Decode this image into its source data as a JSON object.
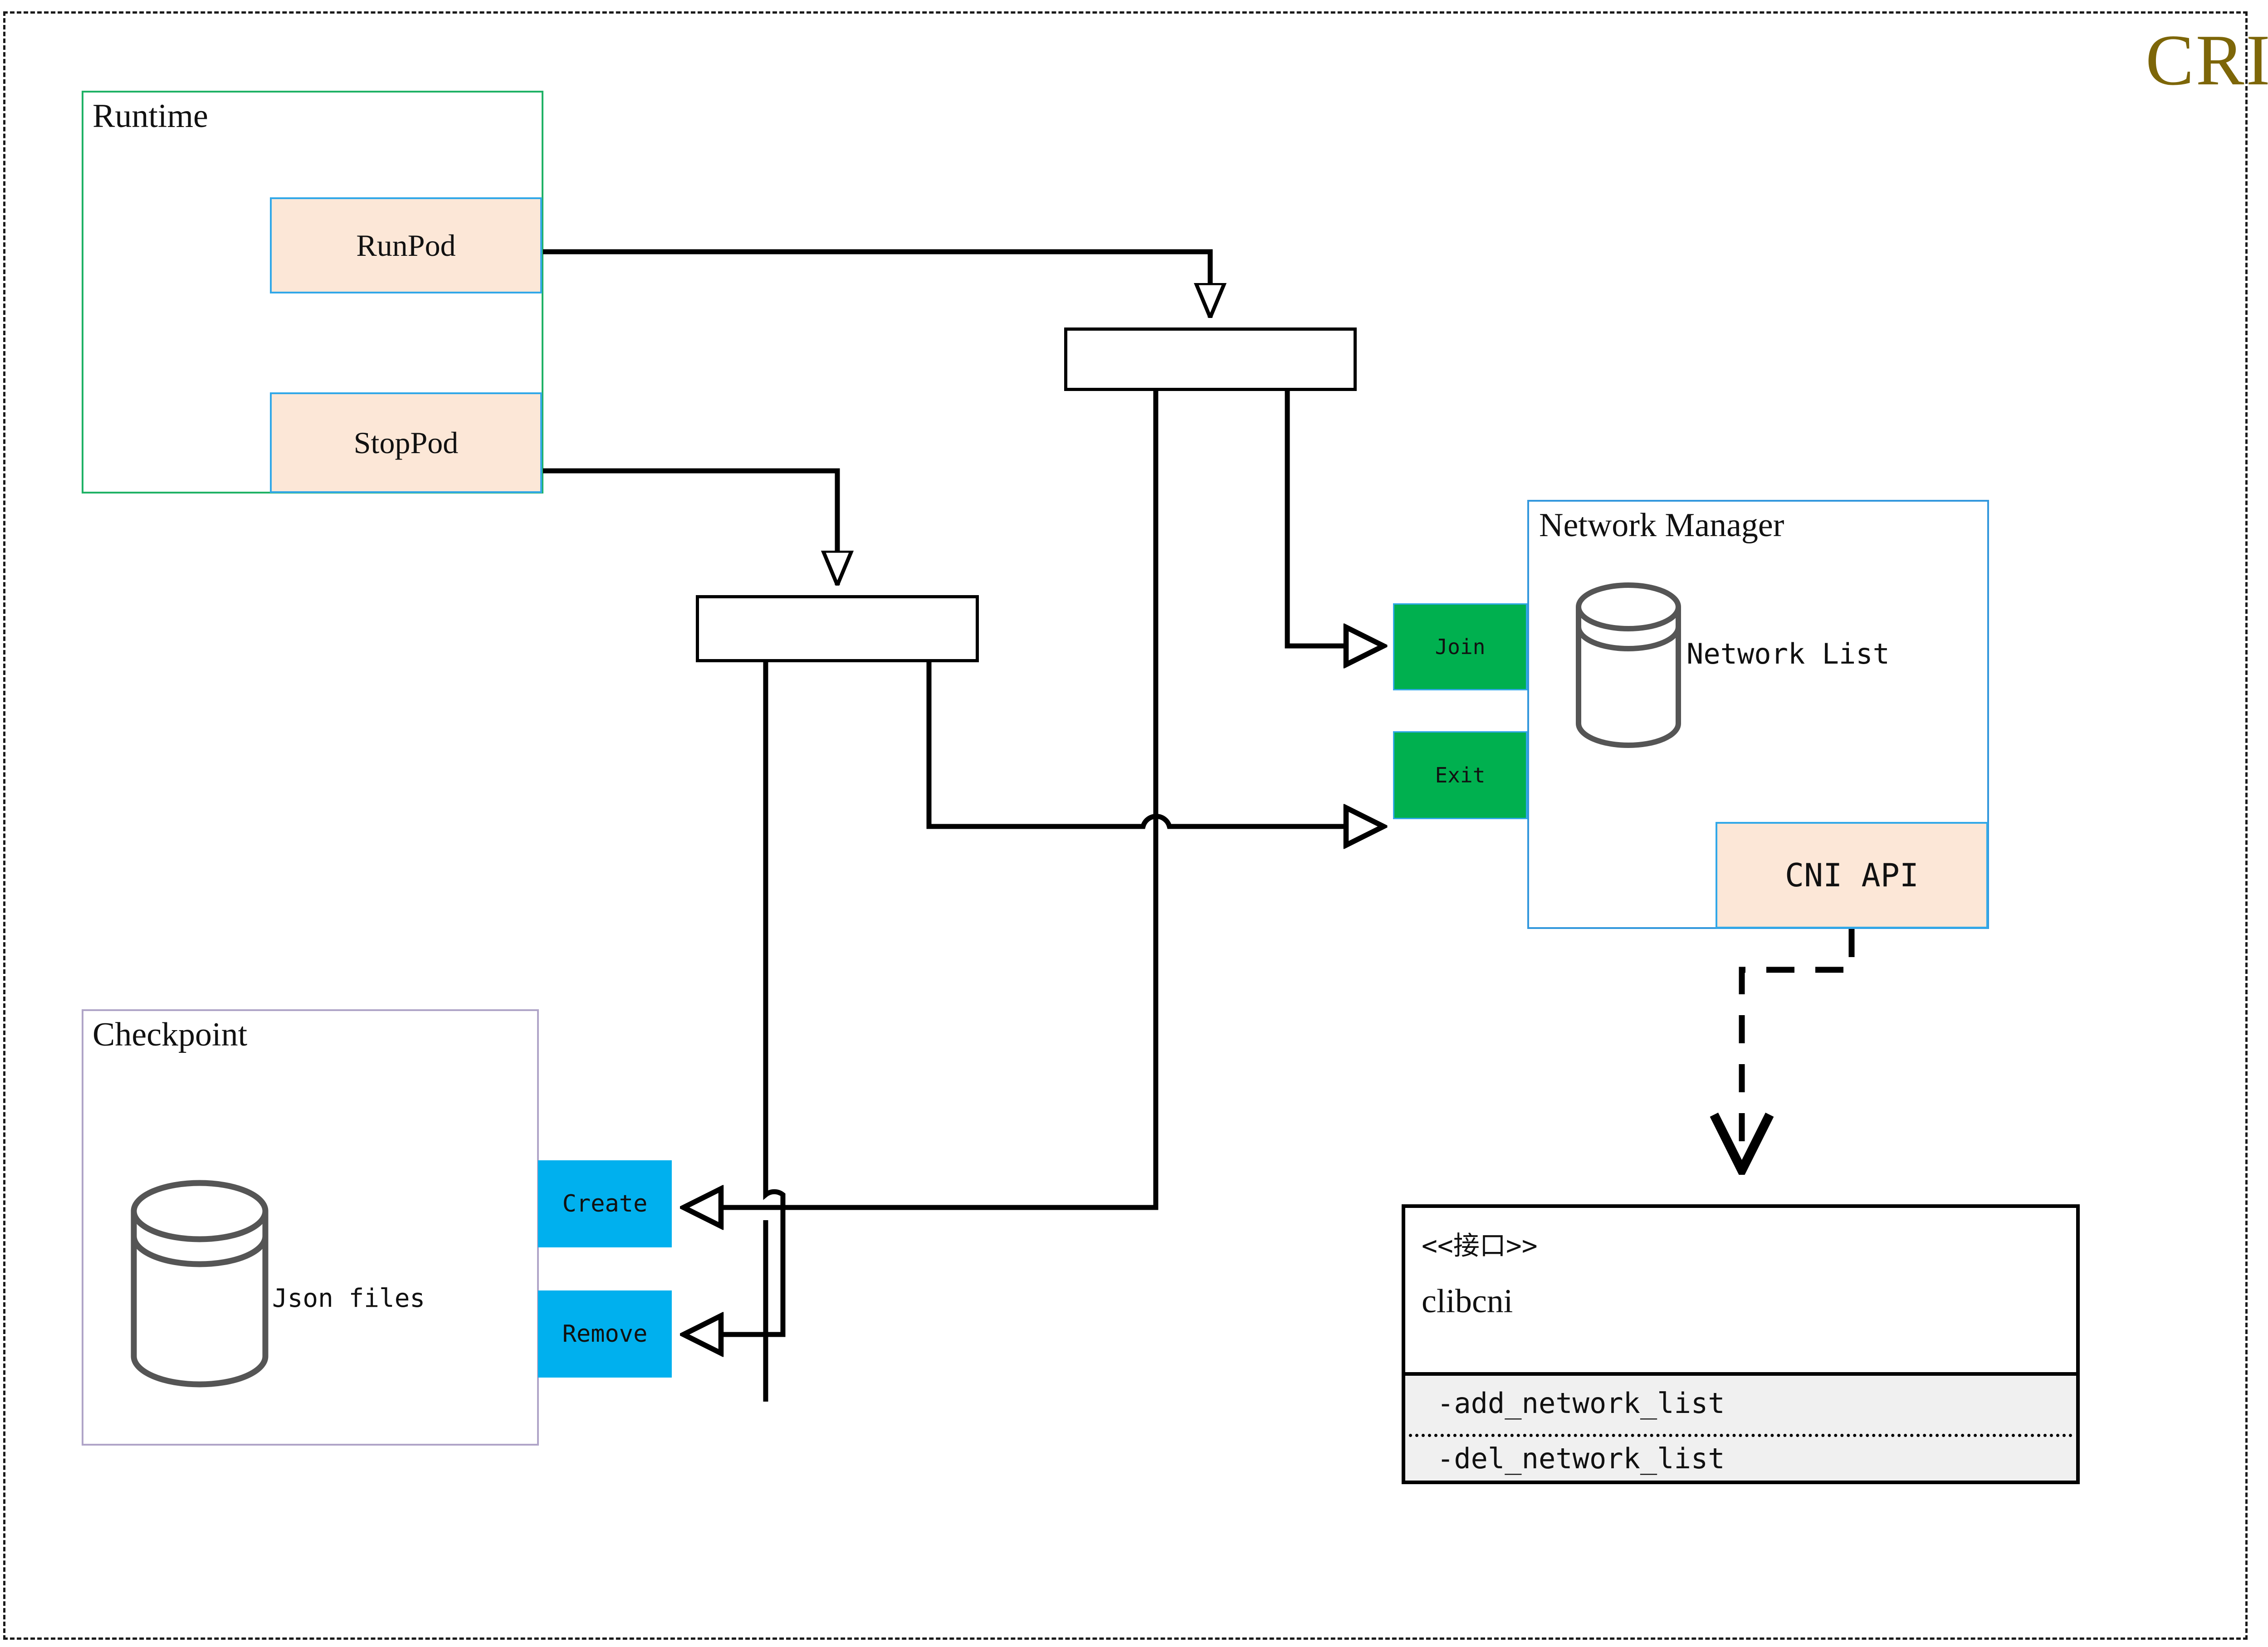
{
  "title": "CRI",
  "title_color": "#7d6608",
  "colors": {
    "runtime_border": "#20b266",
    "checkpoint_border": "#b0a5c8",
    "netmgr_border": "#3398dd",
    "peach_fill": "#fce7d7",
    "peach_border": "#32a8e8",
    "green_fill": "#00b04f",
    "cyan_fill": "#00b0ee",
    "interface_border": "#000000",
    "interface_ops_fill": "#f0f0f0",
    "frame_border": "#1a1a1a"
  },
  "groups": {
    "runtime": {
      "title": "Runtime"
    },
    "checkpoint": {
      "title": "Checkpoint",
      "store_label": "Json files"
    },
    "network_manager": {
      "title": "Network Manager",
      "store_label": "Network List"
    }
  },
  "nodes": {
    "runpod": "RunPod",
    "stoppod": "StopPod",
    "join": "Join",
    "exit": "Exit",
    "cni_api": "CNI API",
    "create": "Create",
    "remove": "Remove"
  },
  "interface": {
    "stereotype": "<<接口>>",
    "name": "clibcni",
    "operations": [
      "-add_network_list",
      "-del_network_list"
    ]
  }
}
